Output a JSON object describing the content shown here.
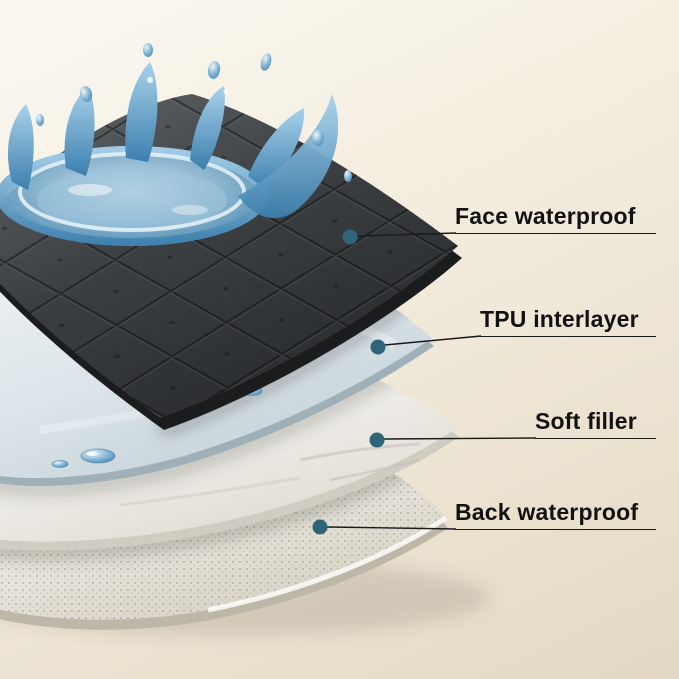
{
  "diagram": {
    "accent_color": "#2e6579",
    "line_color": "#1a1a1a",
    "layers": [
      {
        "label": "Face waterproof"
      },
      {
        "label": "TPU interlayer"
      },
      {
        "label": "Soft filler"
      },
      {
        "label": "Back waterproof"
      }
    ],
    "icons": {
      "water_splash": "water-splash-illustration",
      "water_drops": "water-drops-on-tpu-layer"
    }
  }
}
